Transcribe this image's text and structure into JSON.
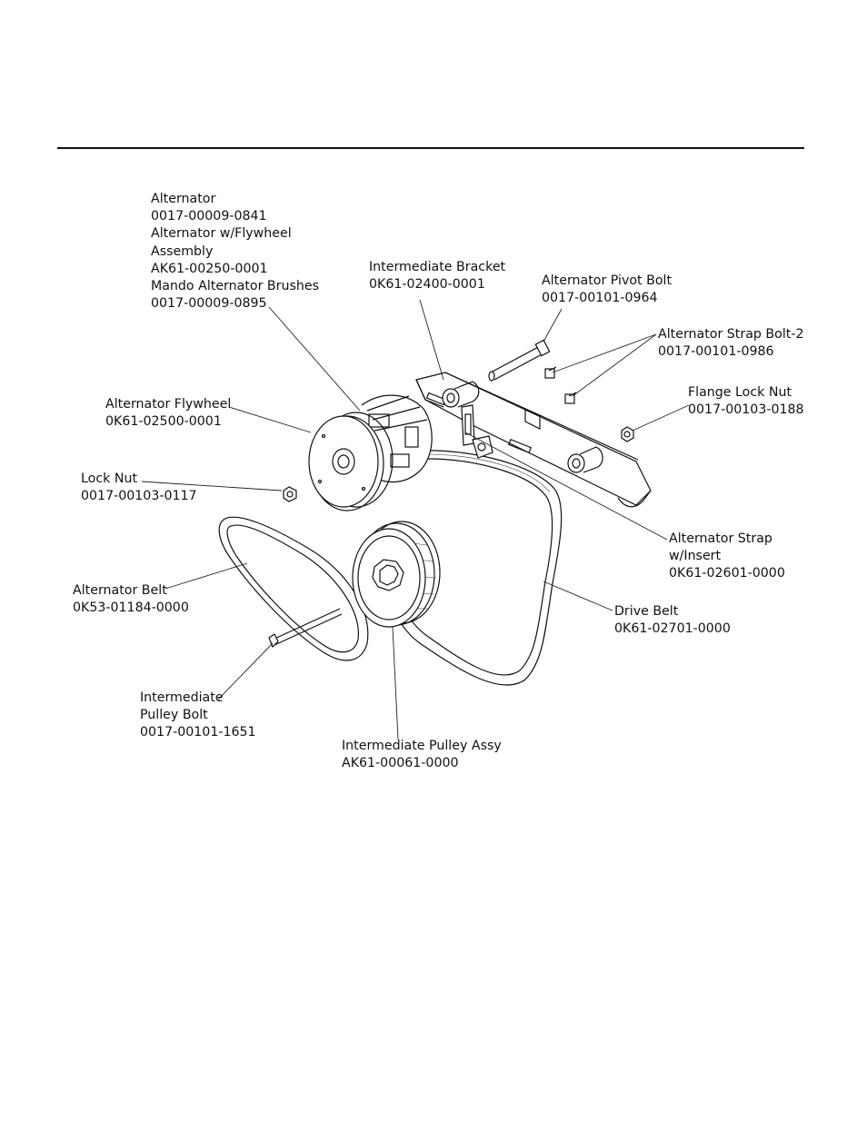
{
  "parts": [
    {
      "id": "alternator",
      "lines": [
        "Alternator",
        "0017-00009-0841",
        "Alternator w/Flywheel",
        "Assembly",
        "AK61-00250-0001",
        "Mando Alternator Brushes",
        "0017-00009-0895"
      ]
    },
    {
      "id": "intermediate-bracket",
      "lines": [
        "Intermediate Bracket",
        "0K61-02400-0001"
      ]
    },
    {
      "id": "alternator-pivot-bolt",
      "lines": [
        "Alternator Pivot Bolt",
        "0017-00101-0964"
      ]
    },
    {
      "id": "alternator-strap-bolt",
      "lines": [
        "Alternator Strap Bolt-2",
        "0017-00101-0986"
      ]
    },
    {
      "id": "flange-lock-nut",
      "lines": [
        "Flange Lock Nut",
        "0017-00103-0188"
      ]
    },
    {
      "id": "alternator-flywheel",
      "lines": [
        "Alternator Flywheel",
        "0K61-02500-0001"
      ]
    },
    {
      "id": "lock-nut",
      "lines": [
        "Lock Nut",
        "0017-00103-0117"
      ]
    },
    {
      "id": "alternator-strap",
      "lines": [
        "Alternator Strap",
        "w/Insert",
        "0K61-02601-0000"
      ]
    },
    {
      "id": "alternator-belt",
      "lines": [
        "Alternator Belt",
        "0K53-01184-0000"
      ]
    },
    {
      "id": "drive-belt",
      "lines": [
        "Drive Belt",
        "0K61-02701-0000"
      ]
    },
    {
      "id": "intermediate-pulley-bolt",
      "lines": [
        "Intermediate",
        "Pulley Bolt",
        "0017-00101-1651"
      ]
    },
    {
      "id": "intermediate-pulley-assy",
      "lines": [
        "Intermediate Pulley Assy",
        "AK61-00061-0000"
      ]
    }
  ]
}
